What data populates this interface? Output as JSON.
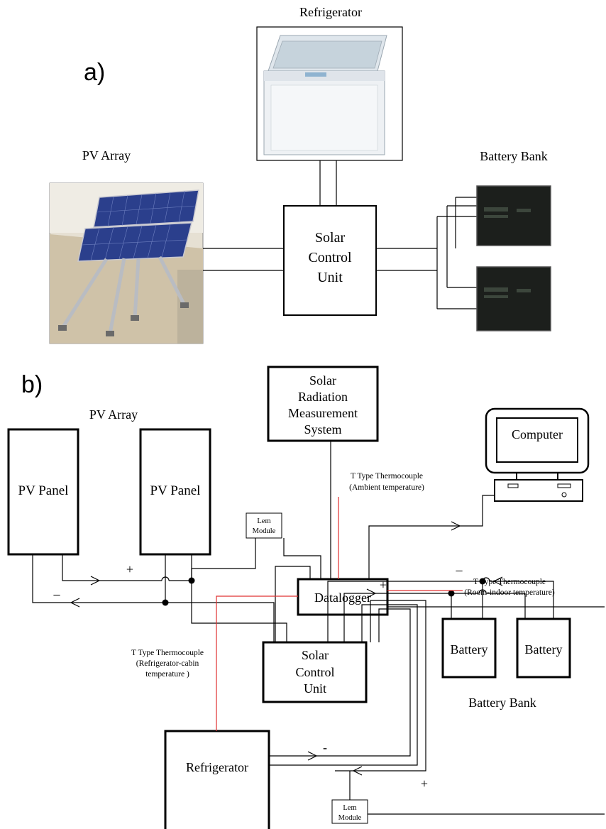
{
  "panel_a": {
    "tag": "a)",
    "refrigerator_label": "Refrigerator",
    "pv_array_label": "PV Array",
    "battery_bank_label": "Battery Bank",
    "scu_lines": [
      "Solar",
      "Control",
      "Unit"
    ]
  },
  "panel_b": {
    "tag": "b)",
    "pv_array_label": "PV Array",
    "pv_panel_1": "PV Panel",
    "pv_panel_2": "PV Panel",
    "solar_radiation_lines": [
      "Solar",
      "Radiation",
      "Measurement",
      "System"
    ],
    "computer_label": "Computer",
    "lem_module_lines": [
      "Lem",
      "Module"
    ],
    "datalogger_label": "Datalogger",
    "tc_ambient_lines": [
      "T Type Thermocouple",
      "(Ambient temperature)"
    ],
    "tc_room_lines": [
      "T Type Thermocouple",
      "(Room-indoor temperature)"
    ],
    "tc_cabin_lines": [
      "T Type Thermocouple",
      "(Refrigerator-cabin",
      "temperature )"
    ],
    "scu_lines": [
      "Solar",
      "Control",
      "Unit"
    ],
    "battery_1": "Battery",
    "battery_2": "Battery",
    "battery_bank_label": "Battery Bank",
    "refrigerator_label": "Refrigerator",
    "plus_sign": "+",
    "minus_sign": "−",
    "minus_small": "-"
  },
  "colors": {
    "wire": "#000000",
    "thermocouple_wire": "#e03030",
    "panel_photo_sky": "#e8e2d6",
    "solar_cell_blue": "#2b3f8c",
    "battery_dark": "#1c1f1c"
  }
}
